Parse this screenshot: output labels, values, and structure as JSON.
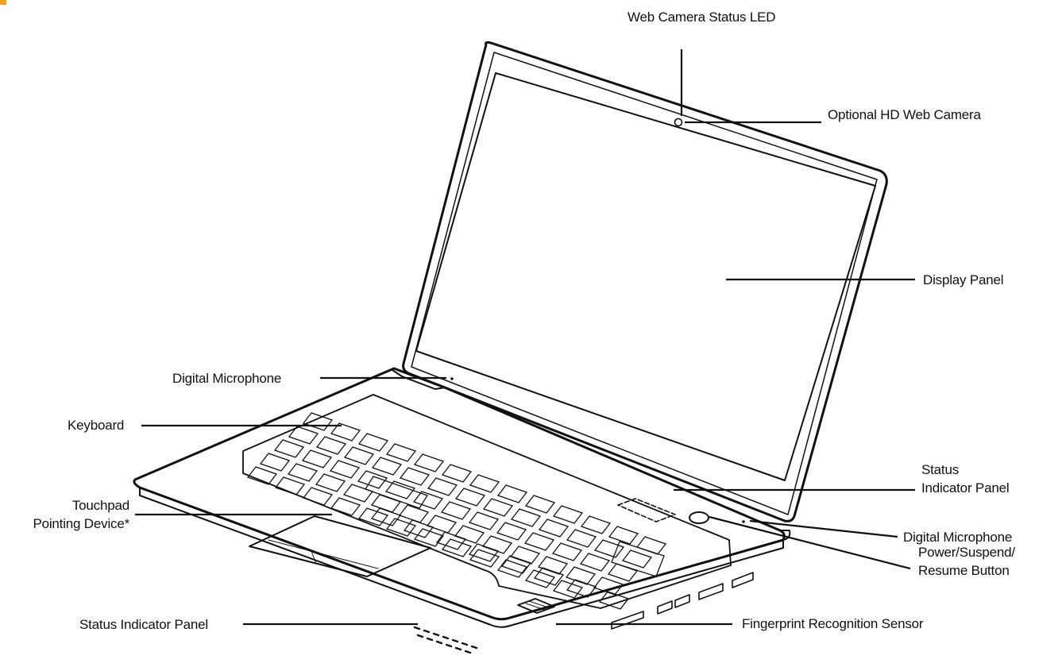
{
  "diagram": {
    "labels": {
      "web_camera_status_led": "Web Camera Status LED",
      "optional_hd_web_camera": "Optional HD Web Camera",
      "display_panel": "Display Panel",
      "digital_microphone_left": "Digital Microphone",
      "keyboard": "Keyboard",
      "touchpad_line1": "Touchpad",
      "touchpad_line2": "Pointing Device*",
      "status_indicator_panel_top_line1": "Status",
      "status_indicator_panel_top_line2": "Indicator Panel",
      "digital_microphone_right": "Digital Microphone",
      "power_line1": "Power/Suspend/",
      "power_line2": "Resume Button",
      "status_indicator_panel_bottom": "Status Indicator Panel",
      "fingerprint_sensor": "Fingerprint Recognition Sensor"
    },
    "colors": {
      "line": "#111111",
      "marker": "#f0a020"
    }
  }
}
